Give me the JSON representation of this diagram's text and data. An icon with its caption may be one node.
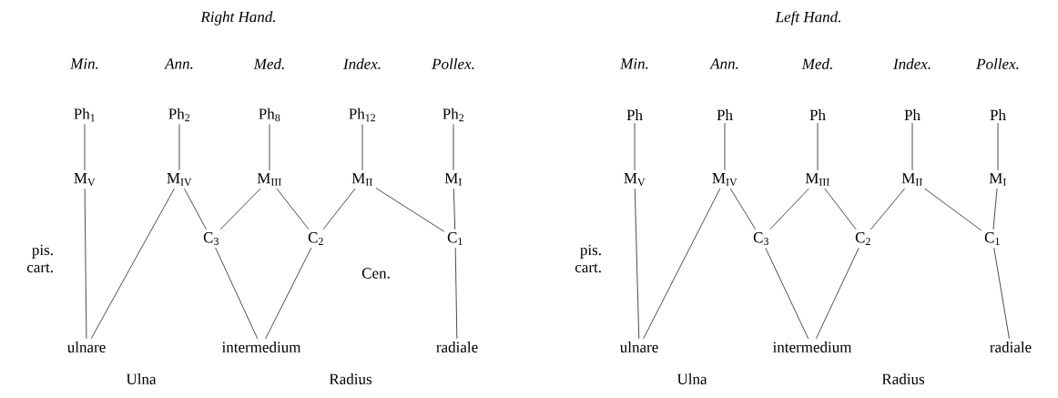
{
  "diagram": {
    "nodes": [
      {
        "text": [
          "Ph$_{1}$"
        ]
      },
      {
        "text": [
          "Ph$_{2}$"
        ]
      },
      {
        "text": [
          "Ph$_{8}$"
        ]
      },
      {
        "text": [
          "Ph$_{12}$"
        ]
      },
      {
        "text": [
          "Ph$_{2}$"
        ]
      },
      {
        "text": [
          "M$_{V}$"
        ]
      },
      {
        "text": [
          "M$_{IV}$"
        ]
      },
      {
        "text": [
          "M$_{III}$"
        ]
      },
      {
        "text": [
          "M$_{II}$"
        ]
      },
      {
        "text": [
          "M$_{I}$"
        ]
      },
      {
        "text": [
          "C$_{3}$"
        ]
      },
      {
        "text": [
          "C$_{2}$"
        ]
      },
      {
        "text": [
          "C$_{1}$"
        ]
      },
      {
        "text": [
          "ulnare"
        ]
      },
      {
        "text": [
          "intermedium"
        ]
      },
      {
        "text": [
          "radiale"
        ]
      },
      {
        "text": [
          "Ph"
        ]
      },
      {
        "text": [
          "Ph"
        ]
      },
      {
        "text": [
          "Ph"
        ]
      },
      {
        "text": [
          "Ph"
        ]
      },
      {
        "text": [
          "Ph"
        ]
      },
      {
        "text": [
          "M$_{V}$"
        ]
      },
      {
        "text": [
          "M$_{IV}$"
        ]
      },
      {
        "text": [
          "M$_{III}$"
        ]
      },
      {
        "text": [
          "M$_{II}$"
        ]
      },
      {
        "text": [
          "M$_{I}$"
        ]
      },
      {
        "text": [
          "C$_{3}$"
        ]
      },
      {
        "text": [
          "C$_{2}$"
        ]
      },
      {
        "text": [
          "C$_{1}$"
        ]
      },
      {
        "text": [
          "ulnare"
        ]
      },
      {
        "text": [
          "intermedium"
        ]
      },
      {
        "text": [
          "radiale"
        ]
      }
    ],
    "edges": [
      {
        "from": 0,
        "to": 5,
        "arrow": "none"
      },
      {
        "from": 1,
        "to": 6,
        "arrow": "none"
      },
      {
        "from": 2,
        "to": 7,
        "arrow": "none"
      },
      {
        "from": 3,
        "to": 8,
        "arrow": "none"
      },
      {
        "from": 4,
        "to": 9,
        "arrow": "none"
      },
      {
        "from": 5,
        "to": 13,
        "arrow": "none"
      },
      {
        "from": 6,
        "to": 13,
        "arrow": "none"
      },
      {
        "from": 6,
        "to": 10,
        "arrow": "none"
      },
      {
        "from": 7,
        "to": 10,
        "arrow": "none"
      },
      {
        "from": 7,
        "to": 11,
        "arrow": "none"
      },
      {
        "from": 8,
        "to": 11,
        "arrow": "none"
      },
      {
        "from": 8,
        "to": 12,
        "arrow": "none"
      },
      {
        "from": 9,
        "to": 12,
        "arrow": "none"
      },
      {
        "from": 10,
        "to": 14,
        "arrow": "none"
      },
      {
        "from": 11,
        "to": 14,
        "arrow": "none"
      },
      {
        "from": 12,
        "to": 15,
        "arrow": "none"
      },
      {
        "from": 16,
        "to": 21,
        "arrow": "none"
      },
      {
        "from": 17,
        "to": 22,
        "arrow": "none"
      },
      {
        "from": 18,
        "to": 23,
        "arrow": "none"
      },
      {
        "from": 19,
        "to": 24,
        "arrow": "none"
      },
      {
        "from": 20,
        "to": 25,
        "arrow": "none"
      },
      {
        "from": 21,
        "to": 29,
        "arrow": "none"
      },
      {
        "from": 22,
        "to": 29,
        "arrow": "none"
      },
      {
        "from": 22,
        "to": 26,
        "arrow": "none"
      },
      {
        "from": 23,
        "to": 26,
        "arrow": "none"
      },
      {
        "from": 23,
        "to": 27,
        "arrow": "none"
      },
      {
        "from": 24,
        "to": 27,
        "arrow": "none"
      },
      {
        "from": 24,
        "to": 28,
        "arrow": "none"
      },
      {
        "from": 25,
        "to": 28,
        "arrow": "none"
      },
      {
        "from": 26,
        "to": 30,
        "arrow": "none"
      },
      {
        "from": 27,
        "to": 30,
        "arrow": "none"
      },
      {
        "from": 28,
        "to": 31,
        "arrow": "none"
      }
    ],
    "labels": [
      "Right Hand.",
      "Left Hand.",
      "Min.",
      "Ann.",
      "Med.",
      "Index.",
      "Pollex.",
      "Min.",
      "Ann.",
      "Med.",
      "Index.",
      "Pollex.",
      "pis. cart.",
      "Cen.",
      "pis. cart.",
      "Ulna",
      "Radius",
      "Ulna",
      "Radius"
    ]
  }
}
